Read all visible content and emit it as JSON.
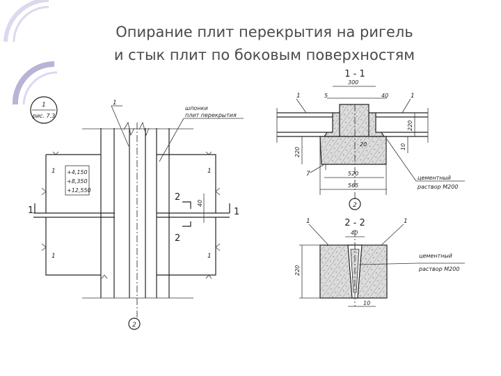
{
  "title": {
    "line1": "Опирание плит перекрытия на ригель",
    "line2": "и стык плит по боковым поверхностям"
  },
  "colors": {
    "title_text": "#4a4a4a",
    "decor_swirl": "#b9b3d6",
    "decor_swirl_light": "#dcd8ee",
    "line": "#222222"
  },
  "plan": {
    "ref_callout_num": "1",
    "ref_callout_sub": "рис. 7.3",
    "top_label": "1",
    "shpon_label": "шпонки",
    "shpon_sub": "плит перекрытия",
    "levels": [
      "+4,150",
      "+8,350",
      "+12,550"
    ],
    "panel_labels": [
      "1",
      "1",
      "1",
      "1"
    ],
    "section1_left": "1",
    "section1_right": "1",
    "section2_top": "2",
    "section2_bottom": "2",
    "dim_40": "40",
    "axis_label": "2"
  },
  "section11": {
    "title": "1 - 1",
    "dim_300": "300",
    "dim_5": "5",
    "dim_40": "40",
    "label_left": "1",
    "label_right": "1",
    "dim_220_right": "220",
    "dim_10": "10",
    "dim_220_left": "220",
    "dim_20": "20",
    "label_7": "7",
    "dim_520": "520",
    "dim_565": "565",
    "mortar_label": "цементный",
    "mortar_sub": "раствор М200",
    "axis_label": "2"
  },
  "section22": {
    "title": "2 - 2",
    "dim_40": "40",
    "label_left": "1",
    "label_right": "1",
    "dim_220": "220",
    "dim_10": "10",
    "mortar_label": "цементный",
    "mortar_sub": "раствор М200"
  }
}
